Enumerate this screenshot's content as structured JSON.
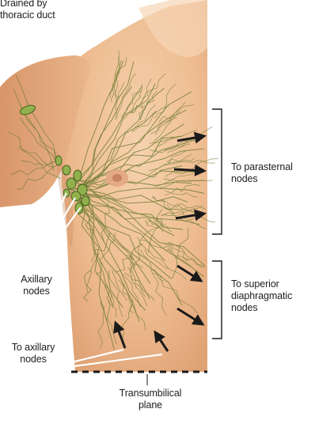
{
  "labels": {
    "top_left": "Drained by\nthoracic duct",
    "parasternal": "To parasternal\nnodes",
    "superior_diaphragmatic": "To superior\ndiaphragmatic\nnodes",
    "axillary_nodes": "Axillary\nnodes",
    "to_axillary_nodes": "To axillary\nnodes",
    "transumbilical_plane": "Transumbilical\nplane"
  },
  "colors": {
    "skin_light": "#f3c9a2",
    "skin_dark": "#e0a57c",
    "lymph_vessel": "#6b7a30",
    "node_fill": "#8fb04c",
    "node_stroke": "#46611e",
    "arrow": "#1a1a1a"
  }
}
